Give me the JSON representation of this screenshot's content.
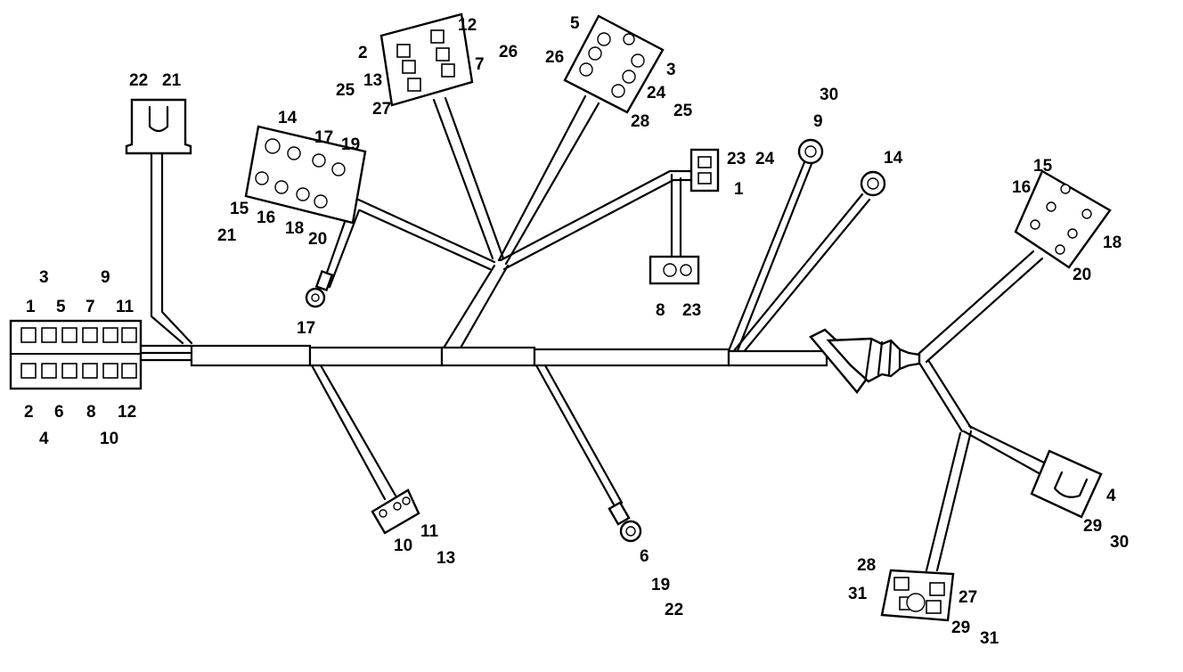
{
  "connectors": {
    "left_block": {
      "top_row": [
        "1",
        "5",
        "7",
        "11"
      ],
      "top_extra": [
        "3",
        "9"
      ],
      "bottom_row": [
        "2",
        "6",
        "8",
        "12"
      ],
      "bottom_extra": [
        "4",
        "10"
      ]
    },
    "u_plug_top": [
      "22",
      "21"
    ],
    "six_hole_block": {
      "top": [
        "14",
        "17",
        "19"
      ],
      "bottom": [
        "15",
        "16",
        "18",
        "20",
        "21"
      ]
    },
    "ring_17": [
      "17"
    ],
    "upper_left_block": {
      "left": [
        "2",
        "13",
        "25",
        "27"
      ],
      "right": [
        "12",
        "7",
        "26"
      ]
    },
    "upper_right_block": {
      "left": [
        "5",
        "26"
      ],
      "right": [
        "3",
        "24",
        "25",
        "28"
      ]
    },
    "small_plug_top": [
      "23",
      "24",
      "1"
    ],
    "small_plug_bottom": [
      "8",
      "23"
    ],
    "ring_9": [
      "30",
      "9"
    ],
    "ring_14": [
      "14"
    ],
    "right_block": [
      "15",
      "16",
      "18",
      "20"
    ],
    "plug_lower_mid": [
      "10",
      "11",
      "13"
    ],
    "ring_6": [
      "6",
      "19",
      "22"
    ],
    "u_plug_right": [
      "4",
      "29",
      "30"
    ],
    "bottom_block": {
      "left": [
        "28",
        "31"
      ],
      "right": [
        "27",
        "29",
        "31"
      ]
    }
  },
  "colors": {
    "line": "#000000",
    "background": "#ffffff"
  }
}
